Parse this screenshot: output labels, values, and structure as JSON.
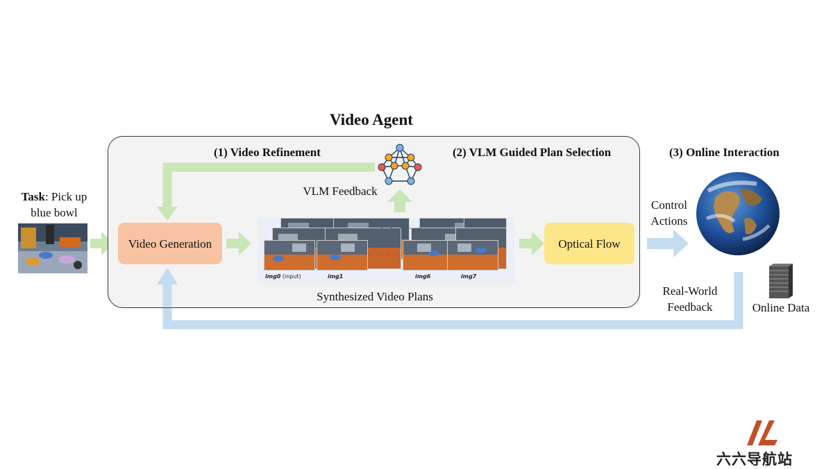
{
  "title": "Video Agent",
  "sections": {
    "refinement": "(1) Video Refinement",
    "vlm_selection": "(2) VLM Guided Plan Selection",
    "online": "(3) Online Interaction"
  },
  "task": {
    "prefix": "Task",
    "text": ": Pick up blue bowl"
  },
  "nodes": {
    "video_generation": "Video Generation",
    "optical_flow": "Optical Flow"
  },
  "labels": {
    "vlm_feedback": "VLM Feedback",
    "synthesized": "Synthesized Video Plans",
    "control_actions": "Control Actions",
    "real_world_feedback": "Real-World Feedback",
    "online_data": "Online Data"
  },
  "frames": {
    "img0": "img0",
    "img0_suffix": " (input)",
    "img1": "img1",
    "img6": "img6",
    "img7": "img7",
    "ellipsis": "· · · · ·"
  },
  "colors": {
    "green_arrow": "#c9e6b6",
    "blue_arrow": "#c4dcef",
    "video_generation": "#f7c3a2",
    "optical_flow": "#fde68a",
    "agent_box": "#f3f3f3"
  },
  "icons": [
    "network-graph-icon",
    "earth-globe-icon",
    "server-stack-icon",
    "robot-scene-image"
  ],
  "watermark": {
    "text": "六六导航站",
    "logo": "LL"
  }
}
